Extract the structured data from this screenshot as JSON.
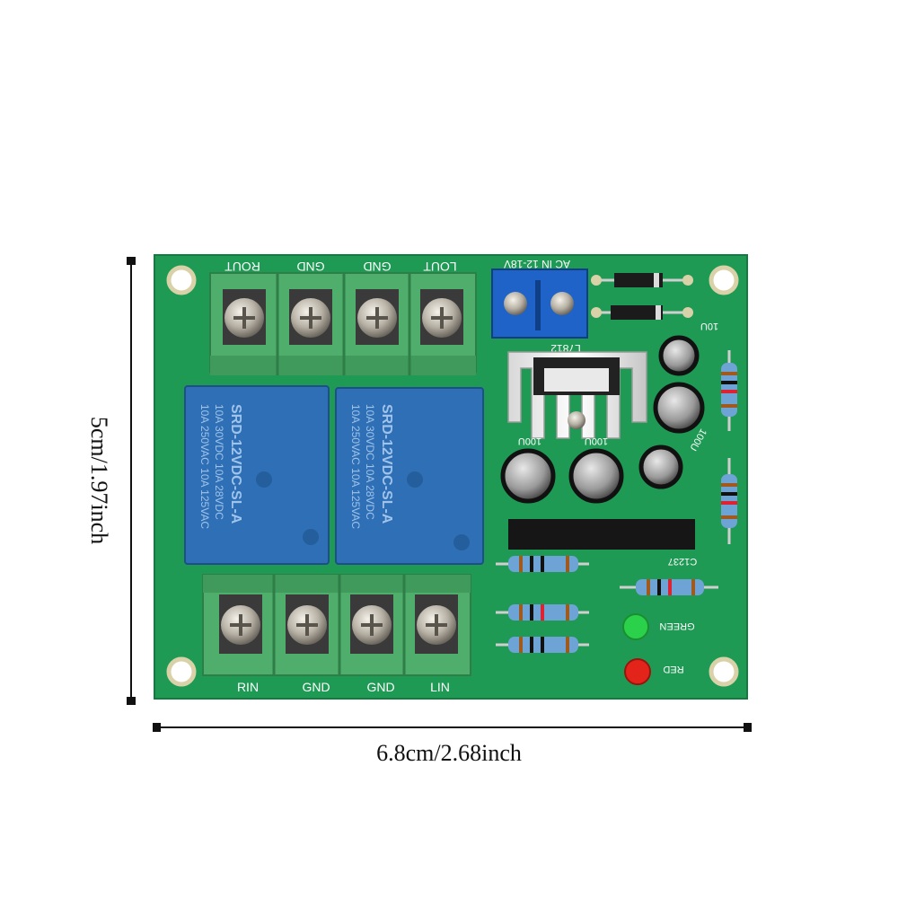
{
  "dimensions": {
    "width_label": "6.8cm/2.68inch",
    "height_label": "5cm/1.97inch"
  },
  "board": {
    "pcb_color": "#1f9a55",
    "terminal_color": "#4fae6c",
    "relay_color": "#2e6fb5",
    "top_terminal_labels": [
      "ROUT",
      "GND",
      "GND",
      "LOUT"
    ],
    "bottom_terminal_labels": [
      "RIN",
      "GND",
      "GND",
      "LIN"
    ],
    "power_input_label": "AC IN 12-18V",
    "regulator_label": "L7812",
    "relay_text": [
      "10A 250VAC  10A 125VAC",
      "10A 30VDC  10A 28VDC",
      "SRD-12VDC-SL-A"
    ],
    "capacitor_labels": [
      "10U",
      "100U",
      "100U",
      "100U"
    ],
    "ic_label": "C1237",
    "led_labels": [
      "GREEN",
      "RED"
    ],
    "led_colors": {
      "green": "#2bd14a",
      "red": "#e3241b"
    }
  }
}
